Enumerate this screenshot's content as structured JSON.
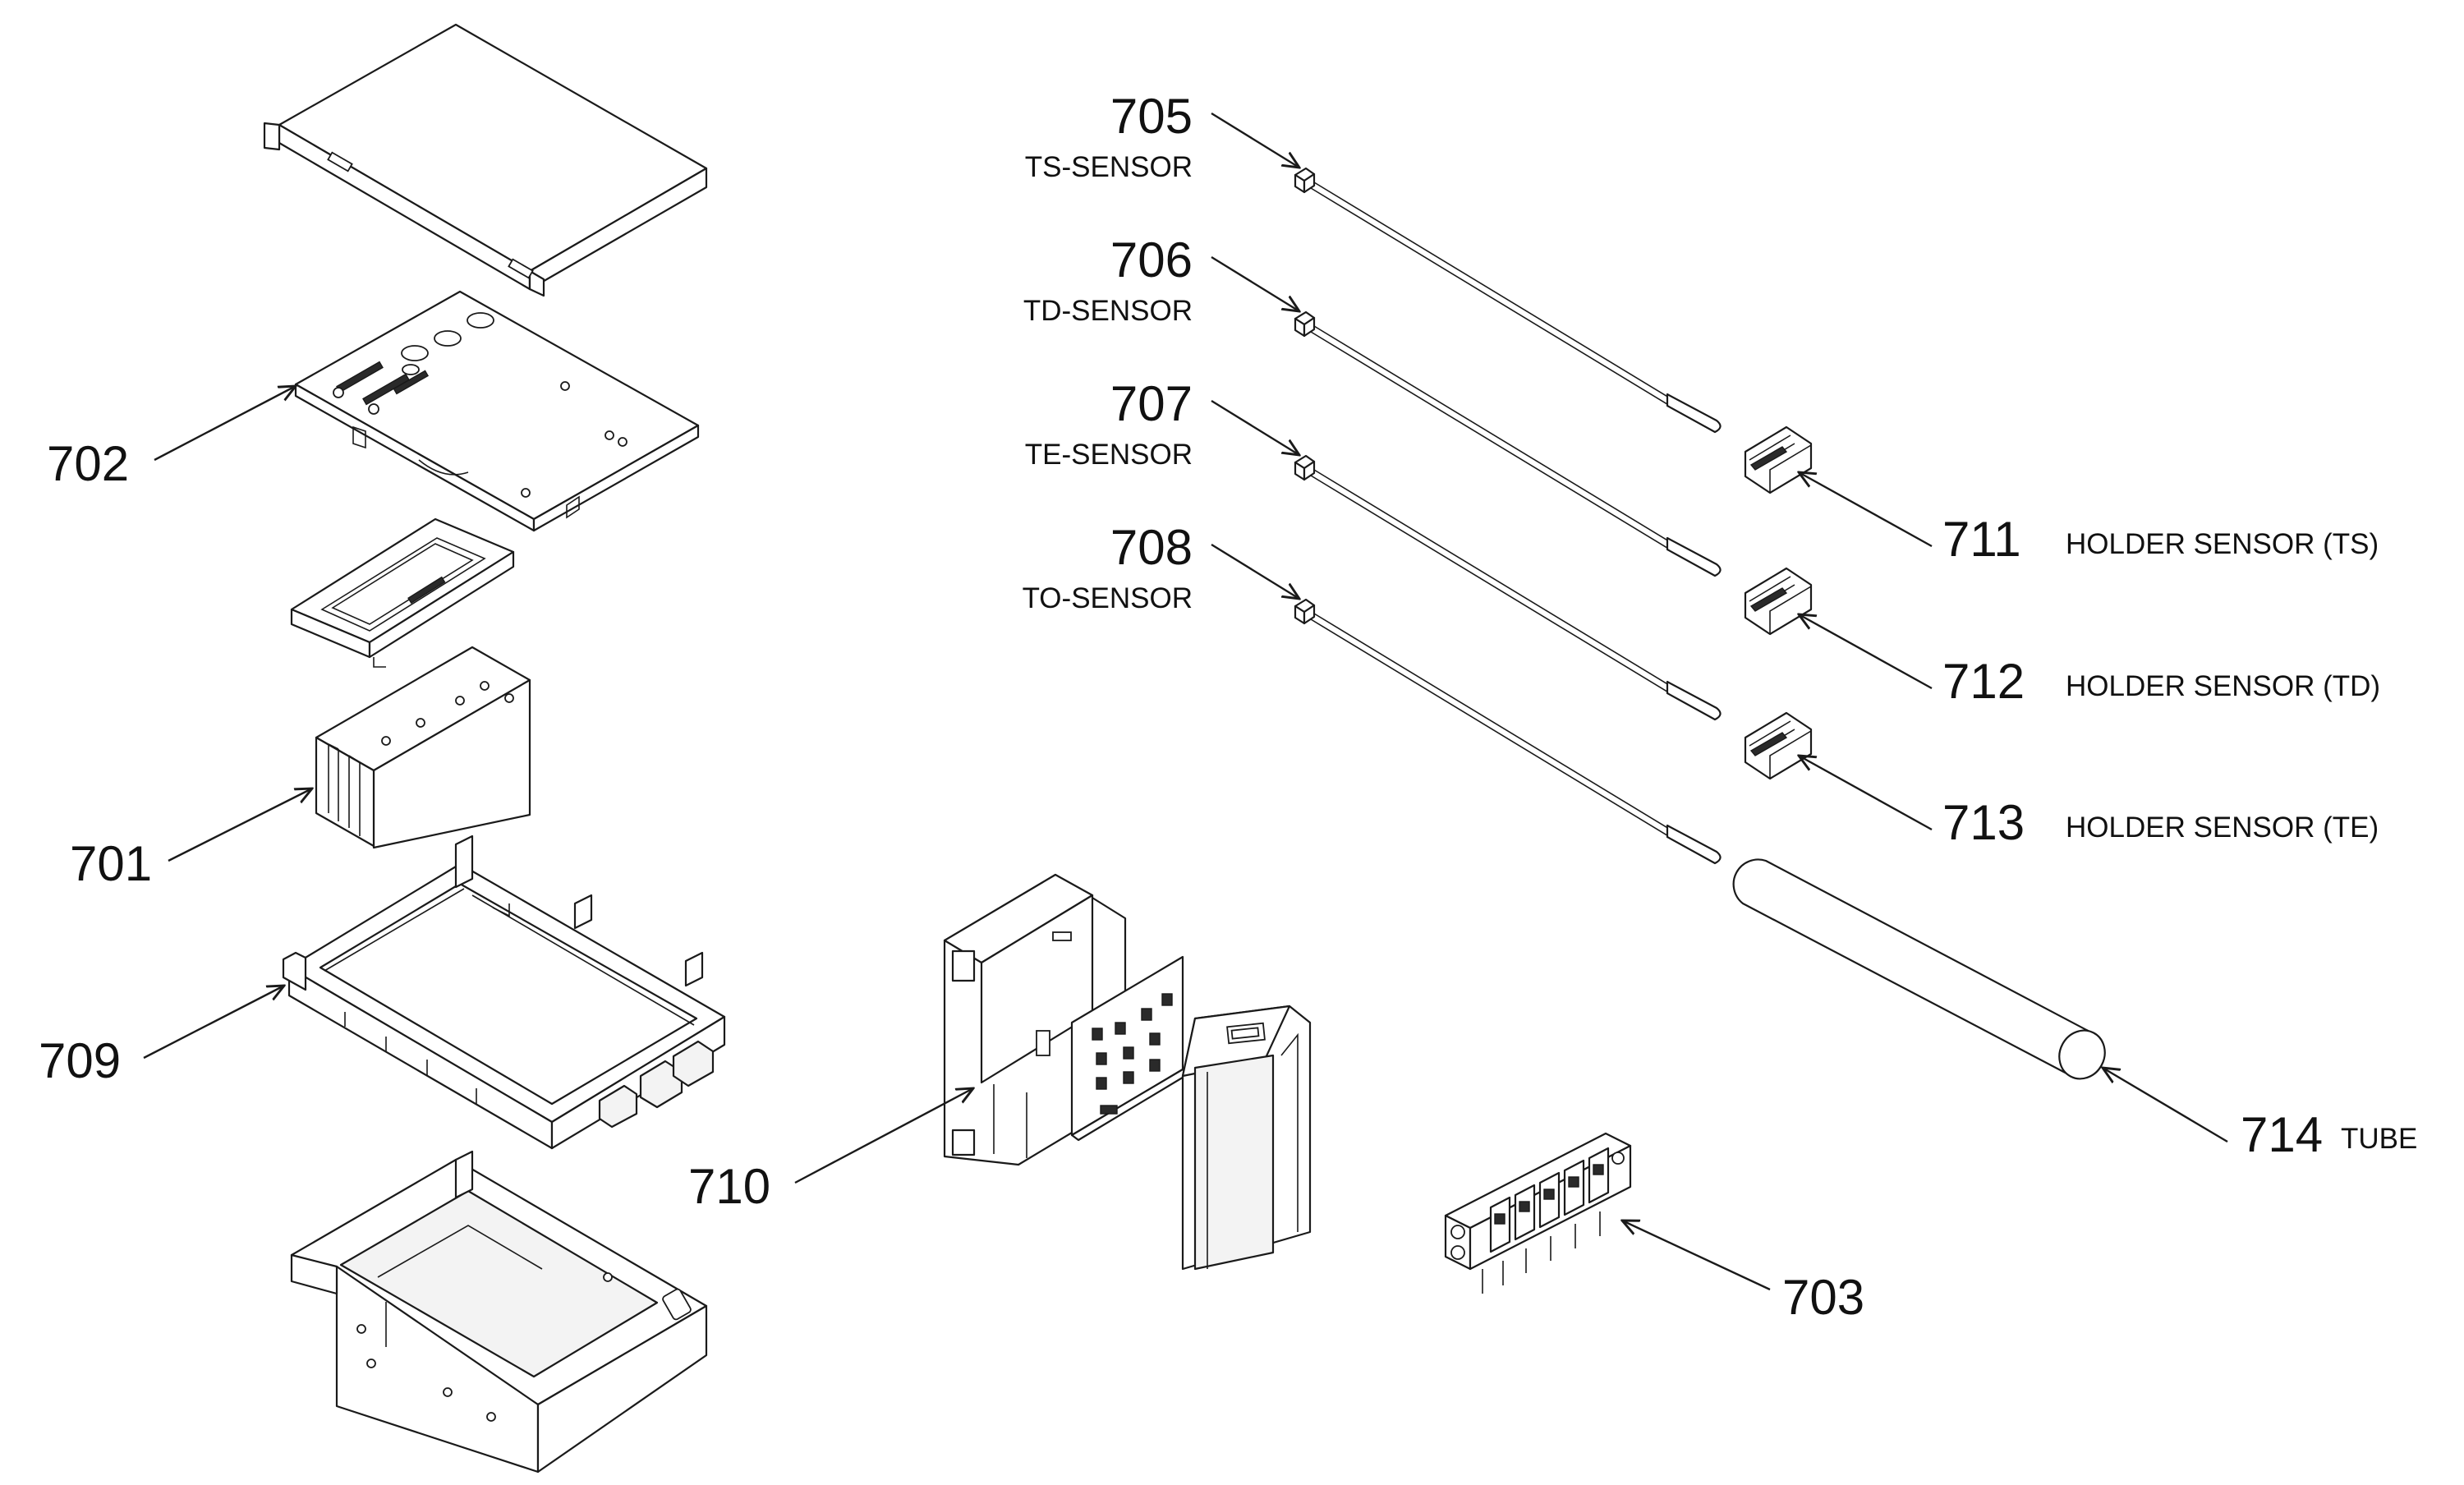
{
  "parts": {
    "p701": {
      "number": "701"
    },
    "p702": {
      "number": "702"
    },
    "p703": {
      "number": "703"
    },
    "p705": {
      "number": "705",
      "label": "TS-SENSOR"
    },
    "p706": {
      "number": "706",
      "label": "TD-SENSOR"
    },
    "p707": {
      "number": "707",
      "label": "TE-SENSOR"
    },
    "p708": {
      "number": "708",
      "label": "TO-SENSOR"
    },
    "p709": {
      "number": "709"
    },
    "p710": {
      "number": "710"
    },
    "p711": {
      "number": "711",
      "label": "HOLDER SENSOR (TS)"
    },
    "p712": {
      "number": "712",
      "label": "HOLDER SENSOR (TD)"
    },
    "p713": {
      "number": "713",
      "label": "HOLDER SENSOR (TE)"
    },
    "p714": {
      "number": "714",
      "label": "TUBE"
    }
  }
}
